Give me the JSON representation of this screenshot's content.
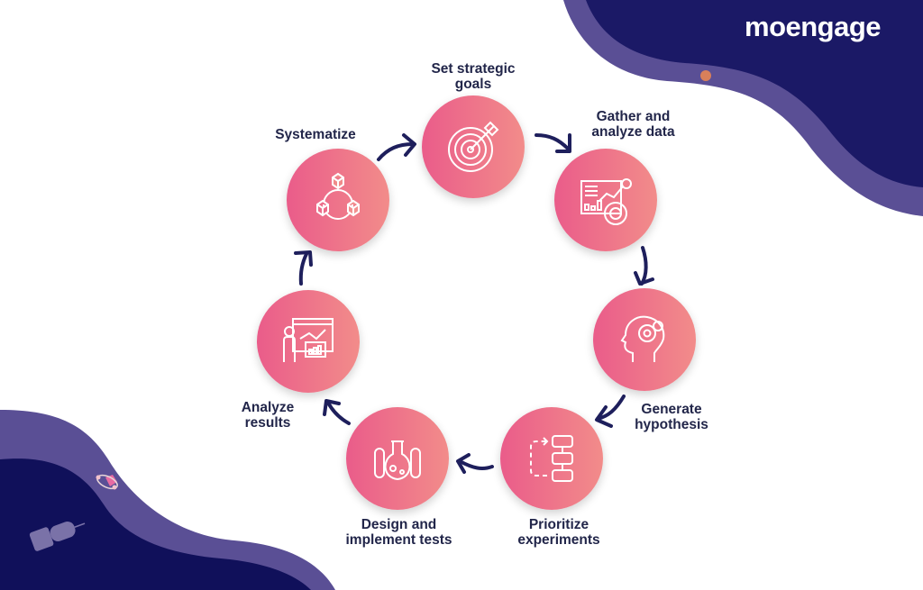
{
  "brand": {
    "logo_text": "moengage",
    "bg_dark": "#16145e",
    "bg_wave": "#5a4f95",
    "node_gradient": [
      "#ea5c8a",
      "#f28c8a"
    ],
    "text_color": "#22264a",
    "arrow_color": "#1e1f5c"
  },
  "diagram": {
    "type": "cycle",
    "direction": "clockwise",
    "steps": [
      {
        "id": "set-goals",
        "label": "Set strategic\ngoals",
        "icon": "target-icon"
      },
      {
        "id": "gather-data",
        "label": "Gather and\nanalyze data",
        "icon": "analytics-dashboard-icon"
      },
      {
        "id": "hypothesis",
        "label": "Generate\nhypothesis",
        "icon": "head-gear-icon"
      },
      {
        "id": "prioritize",
        "label": "Prioritize\nexperiments",
        "icon": "flowchart-icon"
      },
      {
        "id": "design-tests",
        "label": "Design and\nimplement tests",
        "icon": "lab-flasks-icon"
      },
      {
        "id": "analyze-results",
        "label": "Analyze\nresults",
        "icon": "presenter-chart-icon"
      },
      {
        "id": "systematize",
        "label": "Systematize",
        "icon": "connected-cubes-icon"
      }
    ]
  }
}
